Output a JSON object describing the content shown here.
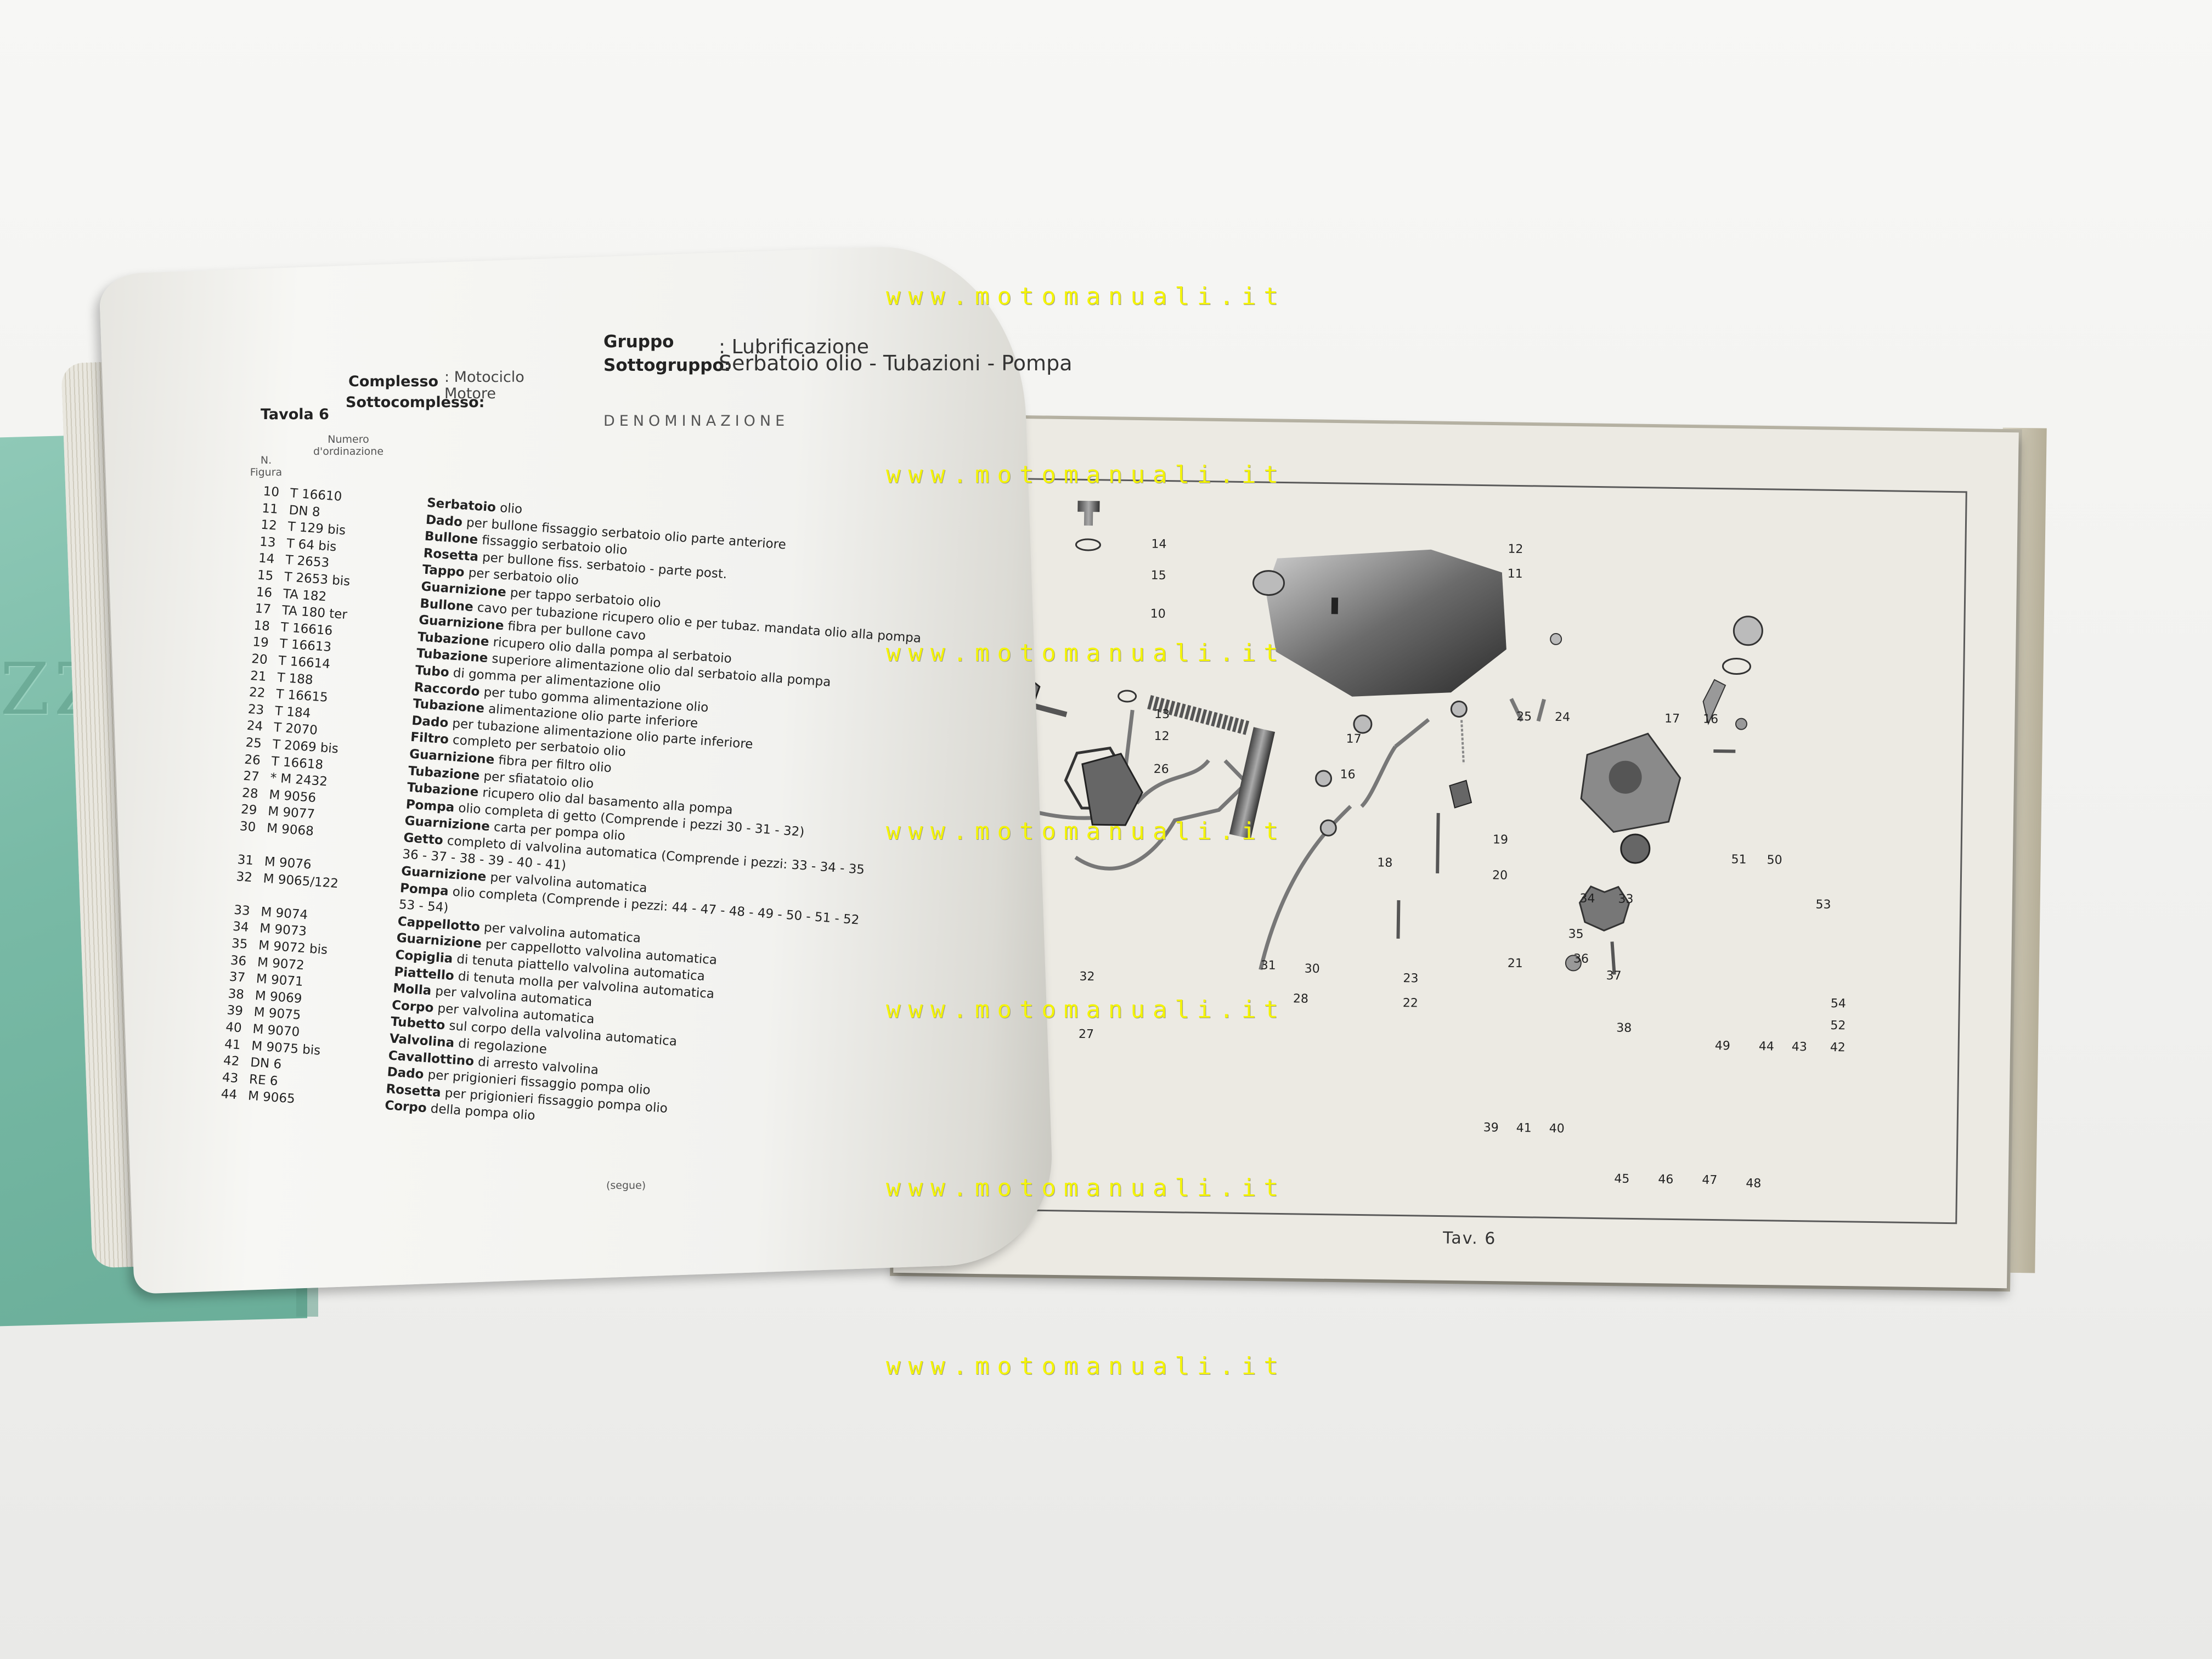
{
  "cover": {
    "emboss_text": "ZZI"
  },
  "header": {
    "tavola": "Tavola 6",
    "complesso_label": "Complesso",
    "complesso_value": ": Motociclo",
    "sottocomplesso_label": "Sottocomplesso:",
    "sottocomplesso_value": "Motore",
    "gruppo_label": "Gruppo",
    "gruppo_value": ": Lubrificazione",
    "sottogruppo_label": "Sottogruppo:",
    "sottogruppo_value": "Serbatoio olio - Tubazioni - Pompa"
  },
  "columns": {
    "n_figura": "N. Figura",
    "numero": "Numero d'ordinazione",
    "denominazione": "DENOMINAZIONE"
  },
  "parts": [
    {
      "fig": "10",
      "code": "T 16610",
      "name": "Serbatoio",
      "desc": " olio"
    },
    {
      "fig": "11",
      "code": "DN 8",
      "name": "Dado",
      "desc": " per bullone fissaggio serbatoio olio parte anteriore"
    },
    {
      "fig": "12",
      "code": "T 129 bis",
      "name": "Bullone",
      "desc": " fissaggio serbatoio olio"
    },
    {
      "fig": "13",
      "code": "T 64 bis",
      "name": "Rosetta",
      "desc": " per bullone fiss. serbatoio - parte post."
    },
    {
      "fig": "14",
      "code": "T 2653",
      "name": "Tappo",
      "desc": " per serbatoio olio"
    },
    {
      "fig": "15",
      "code": "T 2653 bis",
      "name": "Guarnizione",
      "desc": " per tappo serbatoio olio"
    },
    {
      "fig": "16",
      "code": "TA 182",
      "name": "Bullone",
      "desc": " cavo per tubazione ricupero olio e per tubaz. mandata olio alla pompa"
    },
    {
      "fig": "17",
      "code": "TA 180 ter",
      "name": "Guarnizione",
      "desc": " fibra per bullone cavo"
    },
    {
      "fig": "18",
      "code": "T 16616",
      "name": "Tubazione",
      "desc": " ricupero olio dalla pompa al serbatoio"
    },
    {
      "fig": "19",
      "code": "T 16613",
      "name": "Tubazione",
      "desc": " superiore alimentazione olio dal serbatoio alla pompa"
    },
    {
      "fig": "20",
      "code": "T 16614",
      "name": "Tubo",
      "desc": " di gomma per alimentazione olio"
    },
    {
      "fig": "21",
      "code": "T 188",
      "name": "Raccordo",
      "desc": " per tubo gomma alimentazione olio"
    },
    {
      "fig": "22",
      "code": "T 16615",
      "name": "Tubazione",
      "desc": " alimentazione olio parte inferiore"
    },
    {
      "fig": "23",
      "code": "T 184",
      "name": "Dado",
      "desc": " per tubazione alimentazione olio parte inferiore"
    },
    {
      "fig": "24",
      "code": "T 2070",
      "name": "Filtro",
      "desc": " completo per serbatoio olio"
    },
    {
      "fig": "25",
      "code": "T 2069 bis",
      "name": "Guarnizione",
      "desc": " fibra per filtro olio"
    },
    {
      "fig": "26",
      "code": "T 16618",
      "name": "Tubazione",
      "desc": " per sfiatatoio olio"
    },
    {
      "fig": "27",
      "code": "* M 2432",
      "name": "Tubazione",
      "desc": " ricupero olio dal basamento alla pompa"
    },
    {
      "fig": "28",
      "code": "M 9056",
      "name": "Pompa",
      "desc": " olio completa di getto (Comprende i pezzi 30 - 31 - 32)"
    },
    {
      "fig": "29",
      "code": "M 9077",
      "name": "Guarnizione",
      "desc": " carta per pompa olio"
    },
    {
      "fig": "30",
      "code": "M 9068",
      "name": "Getto",
      "desc": " completo di valvolina automatica (Comprende i pezzi: 33 - 34 - 35"
    },
    {
      "fig": "",
      "code": "",
      "name": "",
      "desc": "36 - 37 - 38 - 39 - 40 - 41)"
    },
    {
      "fig": "31",
      "code": "M 9076",
      "name": "Guarnizione",
      "desc": " per valvolina automatica"
    },
    {
      "fig": "32",
      "code": "M 9065/122",
      "name": "Pompa",
      "desc": " olio completa (Comprende i pezzi: 44 - 47 - 48 - 49 - 50 - 51 - 52"
    },
    {
      "fig": "",
      "code": "",
      "name": "",
      "desc": "53 - 54)"
    },
    {
      "fig": "33",
      "code": "M 9074",
      "name": "Cappellotto",
      "desc": " per valvolina automatica"
    },
    {
      "fig": "34",
      "code": "M 9073",
      "name": "Guarnizione",
      "desc": " per cappellotto valvolina automatica"
    },
    {
      "fig": "35",
      "code": "M 9072 bis",
      "name": "Copiglia",
      "desc": " di tenuta piattello valvolina automatica"
    },
    {
      "fig": "36",
      "code": "M 9072",
      "name": "Piattello",
      "desc": " di tenuta molla per valvolina automatica"
    },
    {
      "fig": "37",
      "code": "M 9071",
      "name": "Molla",
      "desc": " per valvolina automatica"
    },
    {
      "fig": "38",
      "code": "M 9069",
      "name": "Corpo",
      "desc": " per valvolina automatica"
    },
    {
      "fig": "39",
      "code": "M 9075",
      "name": "Tubetto",
      "desc": " sul corpo della valvolina automatica"
    },
    {
      "fig": "40",
      "code": "M 9070",
      "name": "Valvolina",
      "desc": " di regolazione"
    },
    {
      "fig": "41",
      "code": "M 9075 bis",
      "name": "Cavallottino",
      "desc": " di arresto valvolina"
    },
    {
      "fig": "42",
      "code": "DN 6",
      "name": "Dado",
      "desc": " per prigionieri fissaggio pompa olio"
    },
    {
      "fig": "43",
      "code": "RE 6",
      "name": "Rosetta",
      "desc": " per prigionieri fissaggio pompa olio"
    },
    {
      "fig": "44",
      "code": "M 9065",
      "name": "Corpo",
      "desc": " della pompa olio"
    }
  ],
  "footer": {
    "segue": "(segue)",
    "tav": "Tav. 6"
  },
  "watermark": {
    "text": "www.motomanuali.it",
    "color": "#f4f400",
    "rows": [
      "www.motomanuali.it",
      "www.motomanuali.it",
      "www.motomanuali.it",
      "www.motomanuali.it",
      "www.motomanuali.it",
      "www.motomanuali.it",
      "www.motomanuali.it"
    ]
  },
  "diagram_callouts": [
    "14",
    "15",
    "10",
    "12",
    "11",
    "13",
    "12",
    "26",
    "17",
    "16",
    "25",
    "24",
    "17",
    "16",
    "18",
    "19",
    "51",
    "50",
    "20",
    "34",
    "33",
    "35",
    "36",
    "37",
    "53",
    "21",
    "23",
    "22",
    "31",
    "30",
    "32",
    "28",
    "27",
    "38",
    "49",
    "44",
    "43",
    "42",
    "52",
    "54",
    "39",
    "41",
    "40",
    "45",
    "46",
    "47",
    "48"
  ]
}
